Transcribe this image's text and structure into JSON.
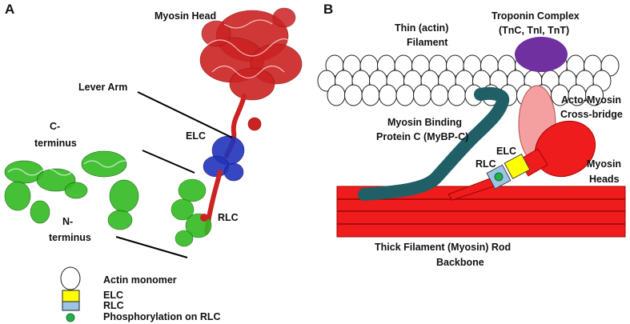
{
  "panel_a": {
    "letter": "A",
    "labels": {
      "myosin_head": "Myosin Head",
      "lever_arm": "Lever Arm",
      "elc": "ELC",
      "c_terminus": [
        "C-",
        "terminus"
      ],
      "n_terminus": [
        "N-",
        "terminus"
      ],
      "rlc": "RLC"
    },
    "colors": {
      "heavy_chain": "#cc2222",
      "elc": "#2233bb",
      "rlc": "#33bb22"
    }
  },
  "panel_b": {
    "letter": "B",
    "labels": {
      "thin_filament": [
        "Thin (actin)",
        "Filament"
      ],
      "troponin": [
        "Troponin Complex",
        "(TnC, TnI, TnT)"
      ],
      "cross_bridge": [
        "Acto-Myosin",
        "Cross-bridge"
      ],
      "mybpc": [
        "Myosin Binding",
        "Protein C (MyBP-C)"
      ],
      "elc": "ELC",
      "rlc": "RLC",
      "myosin_heads": [
        "Myosin",
        "Heads"
      ],
      "thick_filament": [
        "Thick Filament (Myosin) Rod",
        "Backbone"
      ]
    },
    "colors": {
      "troponin": "#7030a0",
      "cross_bridge": "#f4a0a0",
      "myosin": "#ee1c1c",
      "mybpc": "#215f66",
      "elc": "#ffff00",
      "rlc": "#9dc3e6",
      "phosphorylation": "#22b04b"
    }
  },
  "legend": {
    "items": [
      {
        "icon": "actin-monomer-icon",
        "label": "Actin monomer"
      },
      {
        "icon": "elc-icon",
        "label": "ELC"
      },
      {
        "icon": "rlc-icon",
        "label": "RLC"
      },
      {
        "icon": "phosphorylation-icon",
        "label": "Phosphorylation on RLC"
      }
    ]
  }
}
